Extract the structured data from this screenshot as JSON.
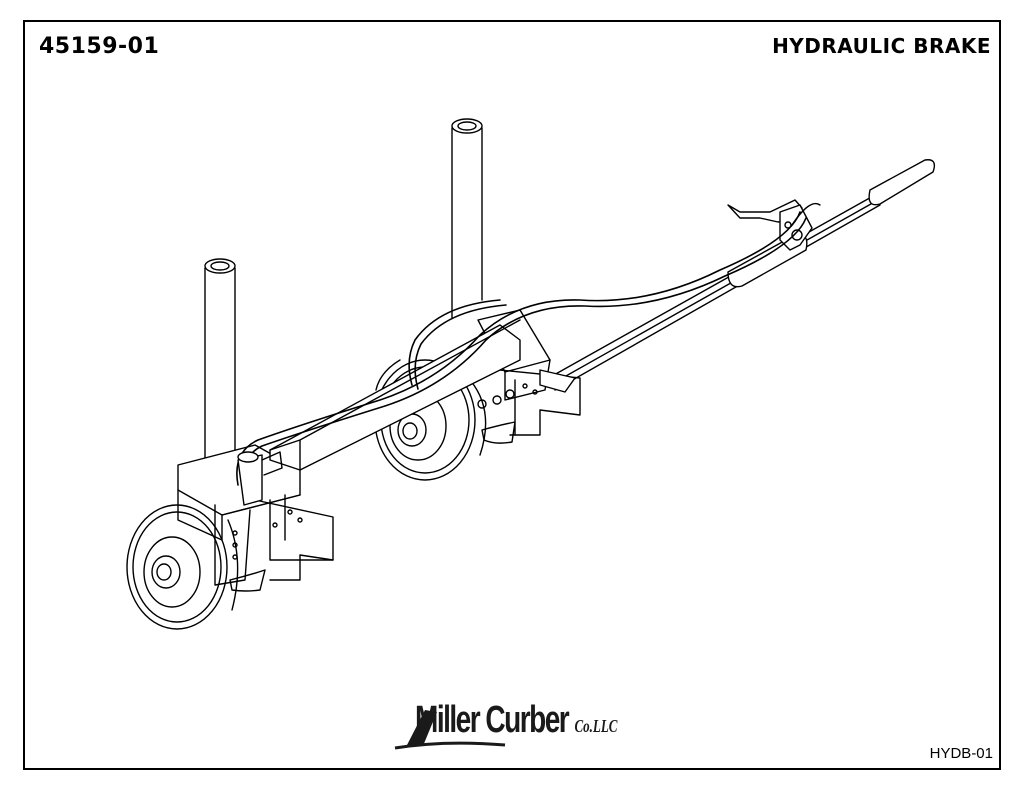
{
  "header": {
    "part_number": "45159-01",
    "title": "HYDRAULIC BRAKE"
  },
  "footer": {
    "drawing_code": "HYDB-01"
  },
  "logo": {
    "brand": "Miller Curber",
    "suffix": "Co.LLC"
  },
  "drawing": {
    "subject": "hydraulic brake cart assembly",
    "line_color": "#000000",
    "background": "#ffffff"
  }
}
